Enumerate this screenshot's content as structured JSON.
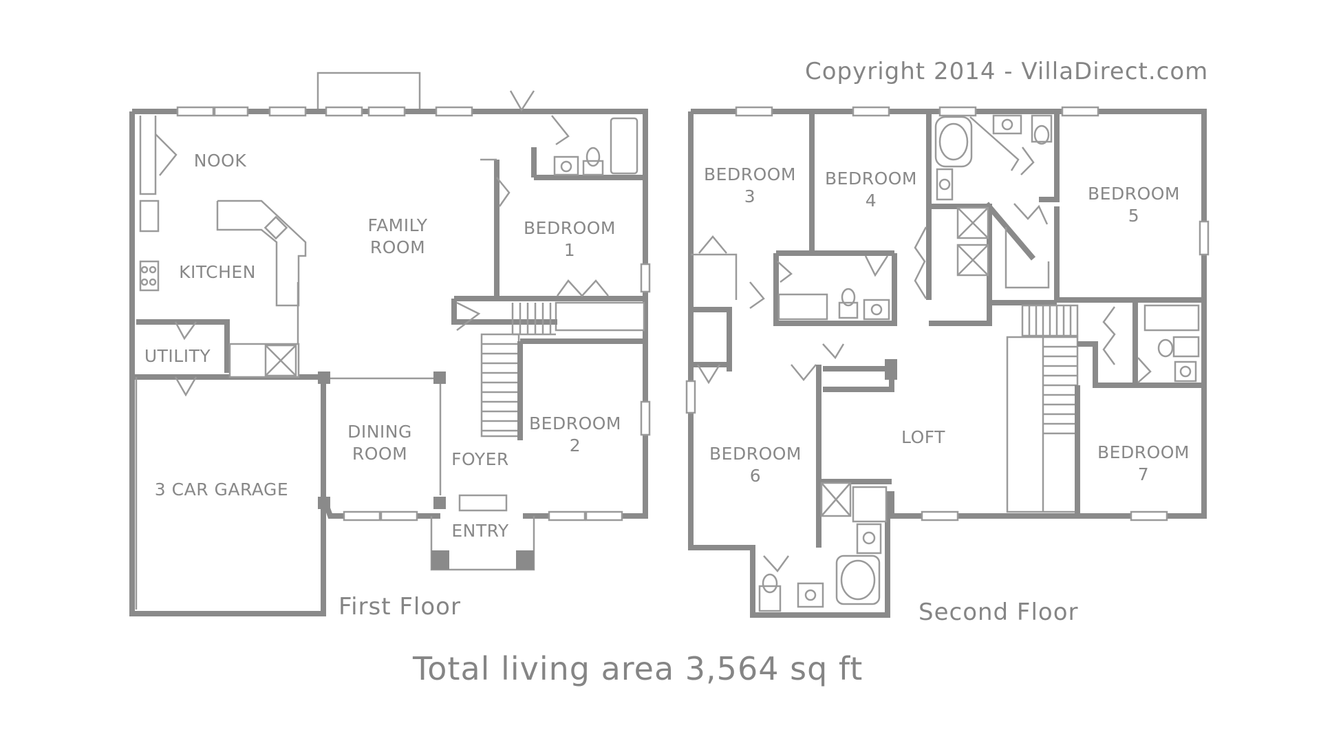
{
  "copyright": "Copyright 2014 - VillaDirect.com",
  "first_floor": {
    "label": "First Floor",
    "rooms": {
      "nook": "NOOK",
      "family_room_1": "FAMILY",
      "family_room_2": "ROOM",
      "kitchen": "KITCHEN",
      "bedroom1_1": "BEDROOM",
      "bedroom1_2": "1",
      "utility": "UTILITY",
      "dining_1": "DINING",
      "dining_2": "ROOM",
      "foyer": "FOYER",
      "bedroom2_1": "BEDROOM",
      "bedroom2_2": "2",
      "garage": "3 CAR GARAGE",
      "entry": "ENTRY"
    }
  },
  "second_floor": {
    "label": "Second Floor",
    "rooms": {
      "bedroom3_1": "BEDROOM",
      "bedroom3_2": "3",
      "bedroom4_1": "BEDROOM",
      "bedroom4_2": "4",
      "bedroom5_1": "BEDROOM",
      "bedroom5_2": "5",
      "bedroom6_1": "BEDROOM",
      "bedroom6_2": "6",
      "loft": "LOFT",
      "bedroom7_1": "BEDROOM",
      "bedroom7_2": "7"
    }
  },
  "total_area": "Total living area 3,564 sq ft"
}
